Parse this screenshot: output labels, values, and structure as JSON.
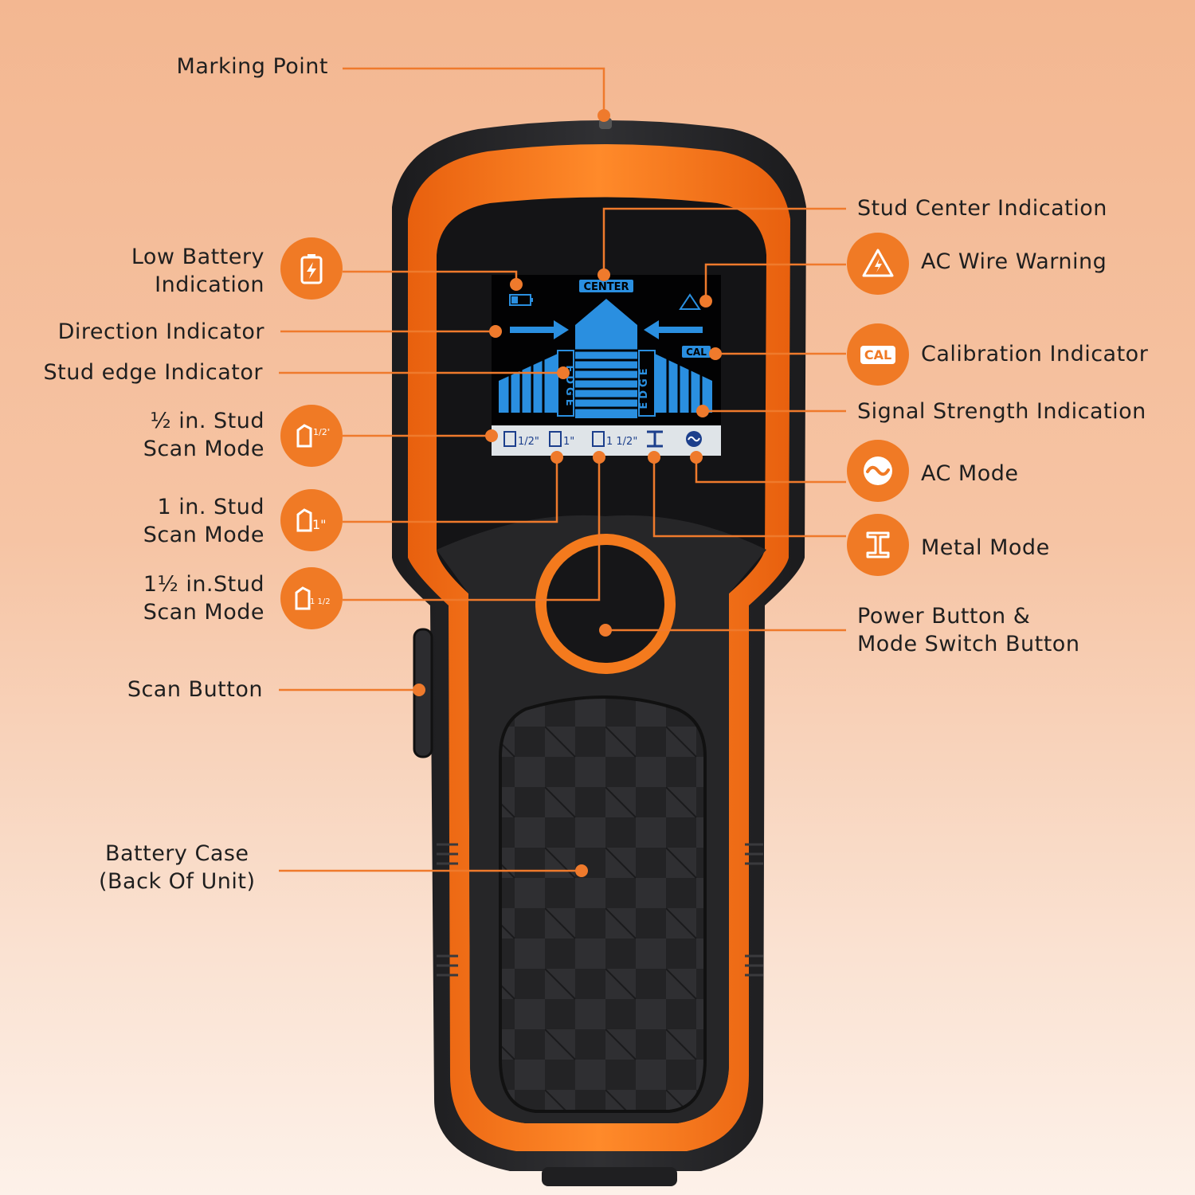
{
  "labels": {
    "marking_point": "Marking Point",
    "low_battery": [
      "Low Battery",
      "Indication"
    ],
    "direction": "Direction Indicator",
    "stud_edge": "Stud edge Indicator",
    "half_mode": [
      "½ in. Stud",
      "Scan Mode"
    ],
    "one_mode": [
      "1 in. Stud",
      "Scan Mode"
    ],
    "one_half_mode": [
      "1½ in.Stud",
      "Scan Mode"
    ],
    "scan_button": "Scan Button",
    "battery_case": [
      "Battery Case",
      "(Back Of Unit)"
    ],
    "stud_center": "Stud Center Indication",
    "ac_wire": "AC Wire Warning",
    "calibration": "Calibration Indicator",
    "signal_strength": "Signal Strength Indication",
    "ac_mode": "AC Mode",
    "metal_mode": "Metal Mode",
    "power_button": [
      "Power Button &",
      "Mode Switch Button"
    ]
  },
  "screen": {
    "center": "CENTER",
    "cal": "CAL",
    "edge": "EDGE",
    "mode_half": "1/2\"",
    "mode_one": "1\"",
    "mode_one_half": "1 1/2\""
  },
  "badges": {
    "cal": "CAL",
    "half": "1/2\"",
    "one": "1\"",
    "one_half": "1 1/2\""
  },
  "icons": [
    "battery-charge-icon",
    "stud-half-inch-icon",
    "stud-one-inch-icon",
    "stud-one-half-inch-icon",
    "ac-warning-icon",
    "cal-icon",
    "ac-mode-icon",
    "metal-beam-icon"
  ],
  "colors": {
    "accent": "#f07a25",
    "device_orange": "#f47a1d",
    "device_body": "#252527",
    "screen_blue": "#2a8fe0"
  }
}
